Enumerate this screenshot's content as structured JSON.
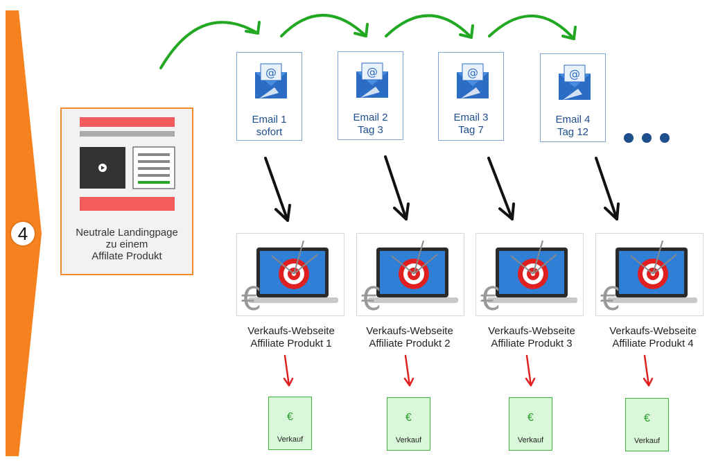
{
  "step": {
    "number": "4"
  },
  "landing": {
    "lines": [
      "Neutrale Landingpage",
      "zu einem",
      "Affilate Produkt"
    ]
  },
  "emails": [
    {
      "line1": "Email 1",
      "line2": "sofort"
    },
    {
      "line1": "Email 2",
      "line2": "Tag 3"
    },
    {
      "line1": "Email 3",
      "line2": "Tag 7"
    },
    {
      "line1": "Email 4",
      "line2": "Tag 12"
    }
  ],
  "sales_pages": [
    {
      "line1": "Verkaufs-Webseite",
      "line2": "Affiliate Produkt 1"
    },
    {
      "line1": "Verkaufs-Webseite",
      "line2": "Affiliate Produkt 2"
    },
    {
      "line1": "Verkaufs-Webseite",
      "line2": "Affiliate Produkt 3"
    },
    {
      "line1": "Verkaufs-Webseite",
      "line2": "Affiliate Produkt 4"
    }
  ],
  "sales": [
    {
      "symbol": "€",
      "label": "Verkauf"
    },
    {
      "symbol": "€",
      "label": "Verkauf"
    },
    {
      "symbol": "€",
      "label": "Verkauf"
    },
    {
      "symbol": "€",
      "label": "Verkauf"
    }
  ],
  "colors": {
    "step_band": "#f5821f",
    "flow_arrow": "#22a822",
    "down_arrow": "#111111",
    "sale_arrow": "#e02020",
    "email_text": "#1f4e8c",
    "continuation_dots": "#1f4e8c"
  }
}
